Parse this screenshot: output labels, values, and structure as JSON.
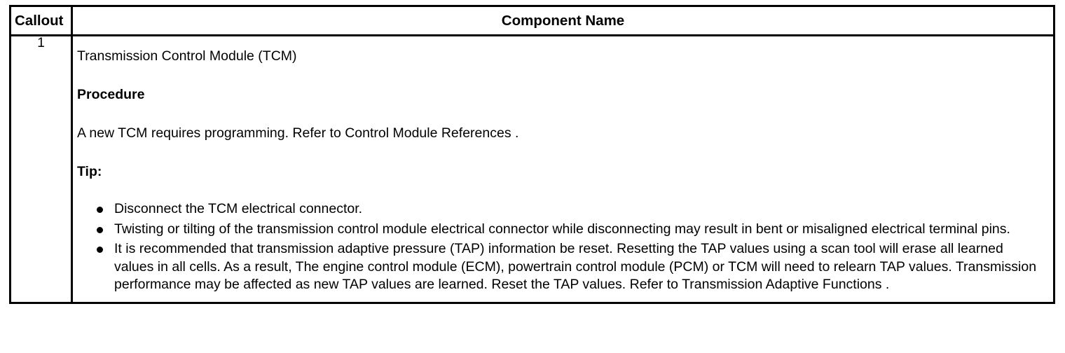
{
  "table": {
    "headers": {
      "callout": "Callout",
      "component_name": "Component Name"
    },
    "rows": [
      {
        "callout": "1",
        "component": {
          "title": "Transmission Control Module (TCM)",
          "procedure_heading": "Procedure",
          "procedure_text": "A new TCM requires programming. Refer to Control Module References .",
          "tip_heading": "Tip:",
          "bullets": [
            "Disconnect the TCM electrical connector.",
            "Twisting or tilting of the transmission control module electrical connector while disconnecting may result in bent or misaligned electrical terminal pins.",
            "It is recommended that transmission adaptive pressure (TAP) information be reset. Resetting the TAP values using a scan tool will erase all learned values in all cells. As a result, The engine control module (ECM), powertrain control module (PCM) or TCM will need to relearn TAP values. Transmission performance may be affected as new TAP values are learned. Reset the TAP values. Refer to Transmission Adaptive Functions ."
          ]
        }
      }
    ]
  },
  "colors": {
    "border": "#000000",
    "text": "#000000",
    "background": "#ffffff"
  }
}
